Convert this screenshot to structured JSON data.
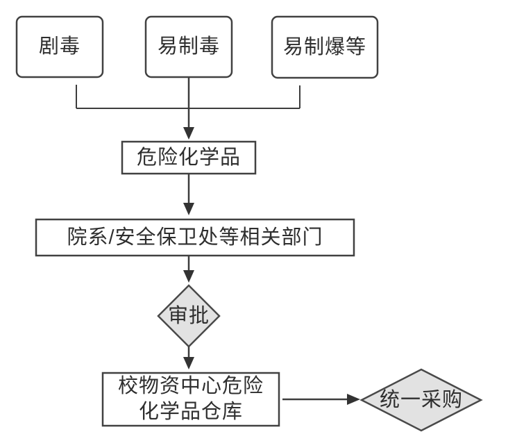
{
  "diagram": {
    "type": "flowchart",
    "nodes": {
      "toxic": {
        "label": "剧毒"
      },
      "drug_precursor": {
        "label": "易制毒"
      },
      "explosive_precursor": {
        "label": "易制爆等"
      },
      "hazardous_chemicals": {
        "label": "危险化学品"
      },
      "departments": {
        "label": "院系/安全保卫处等相关部门"
      },
      "approval": {
        "label": "审批"
      },
      "warehouse": {
        "label_line1": "校物资中心危险",
        "label_line2": "化学品仓库"
      },
      "unified_procurement": {
        "label": "统一采购"
      }
    },
    "colors": {
      "background": "#ffffff",
      "node_fill": "#ffffff",
      "node_border": "#414141",
      "decision_fill": "#e2e2e2",
      "decision_border": "#494949",
      "connector": "#3d3d3d",
      "arrowhead": "#333333",
      "text": "#2e2e2e"
    }
  }
}
